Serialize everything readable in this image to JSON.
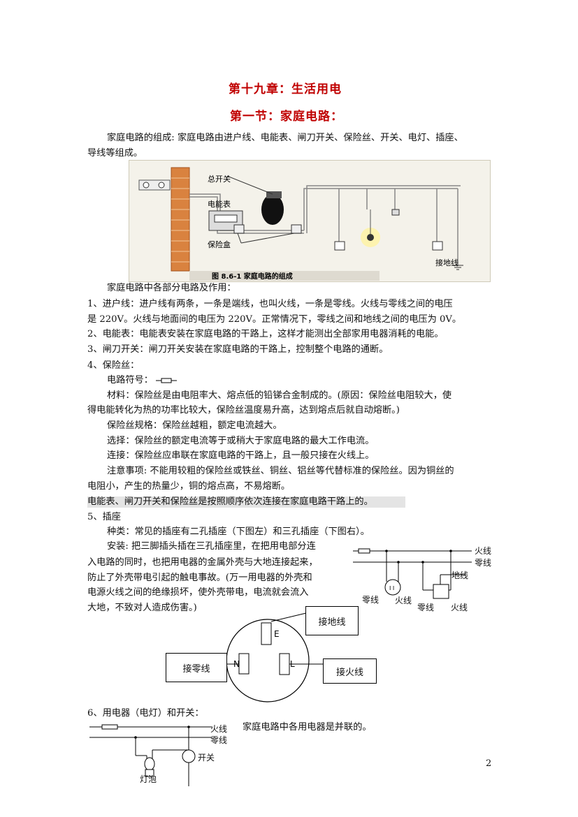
{
  "title": "第十九章：生活用电",
  "section": "第一节：家庭电路：",
  "intro": [
    "家庭电路的组成: 家庭电路由进户线、电能表、闸刀开关、保险丝、开关、电灯、插座、",
    "导线等组成。"
  ],
  "figure1": {
    "main_switch": "总开关",
    "meter": "电能表",
    "fuse_box": "保险盒",
    "ground_wire": "接地线",
    "caption": "图 8.6-1  家庭电路的组成"
  },
  "parts_heading": "家庭电路中各部分电路及作用：",
  "item1": [
    "1、进户线：进户线有两条，一条是端线，也叫火线，一条是零线。火线与零线之间的电压",
    "是 220V。火线与地面间的电压为 220V。正常情况下，零线之间和地线之间的电压为 0V。"
  ],
  "item2": "2、电能表：电能表安装在家庭电路的干路上，这样才能测出全部家用电器消耗的电能。",
  "item3": "3、闸刀开关：闸刀开关安装在家庭电路的干路上，控制整个电路的通断。",
  "item4": {
    "heading": "4、保险丝：",
    "symbol": "电路符号：",
    "material": [
      "材料：保险丝是由电阻率大、熔点低的铅锑合金制成的。(原因：保险丝电阻较大，使",
      "得电能转化为热的功率比较大，保险丝温度易升高，达到熔点后就自动熔断。)"
    ],
    "spec": "保险丝规格：保险丝越粗，额定电流越大。",
    "choose": "选择：保险丝的额定电流等于或稍大于家庭电路的最大工作电流。",
    "connect": "连接：保险丝应串联在家庭电路的干路上，且一般只接在火线上。",
    "notes": [
      "注意事项: 不能用较粗的保险丝或铁丝、铜丝、铝丝等代替标准的保险丝。因为铜丝的",
      "电阻小，产生的热量少，铜的熔点高，不易熔断。"
    ]
  },
  "highlight": "电能表、闸刀开关和保险丝是按照顺序依次连接在家庭电路干路上的。",
  "item5": {
    "heading": "5、插座",
    "types": "种类：常见的插座有二孔插座（下图左）和三孔插座（下图右）。",
    "install": [
      "安装: 把三脚插头插在三孔插座里，在把用电部分连",
      "入电路的同时，也把用电器的金属外壳与大地连接起来，",
      "防止了外壳带电引起的触电事故。(万一用电器的外壳和",
      "电源火线之间的绝缘损坏，使外壳带电，电流就会流入",
      "大地，不致对人造成伤害。)"
    ]
  },
  "socket_fig": {
    "live": "火线",
    "neutral": "零线",
    "ground": "地线",
    "lbl_neutral_l": "零线",
    "lbl_live_l": "火线",
    "lbl_neutral_r": "零线",
    "lbl_live_r": "火线"
  },
  "plug_fig": {
    "ground_box": "接地线",
    "neutral_box": "接零线",
    "live_box": "接火线",
    "E": "E",
    "N": "N",
    "L": "L"
  },
  "item6": {
    "heading": "6、用电器（电灯）和开关：",
    "parallel": "家庭电路中各用电器是并联的。",
    "live": "火线",
    "neutral": "零线",
    "switch": "开关",
    "bulb": "灯泡"
  },
  "page_number": "2"
}
